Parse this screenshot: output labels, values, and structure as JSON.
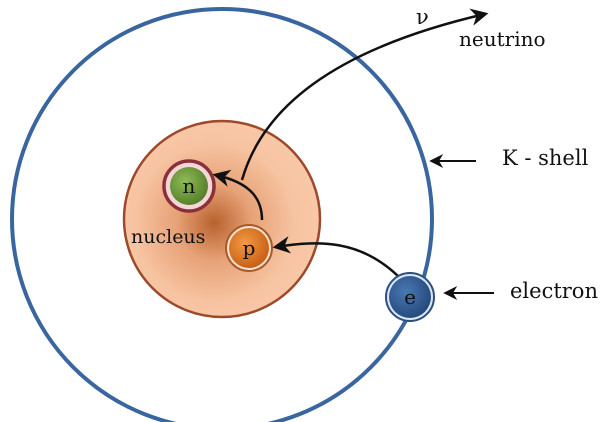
{
  "labels": {
    "neutrino_symbol": "ν",
    "neutrino": "neutrino",
    "k_shell": "K - shell",
    "electron": "electron",
    "nucleus": "nucleus"
  },
  "particles": {
    "neutron": "n",
    "proton": "p",
    "electron": "e"
  },
  "colors": {
    "shell": "#3a66a0",
    "nucleus_fill": "#f7c4a2",
    "nucleus_core": "#b8612e",
    "nucleus_stroke": "#9c4a2b",
    "neutron_fill": "#6f9a3c",
    "neutron_ring": "#8b2f3a",
    "proton_fill": "#e07523",
    "electron_fill": "#2f5c96",
    "arrow": "#111111"
  }
}
